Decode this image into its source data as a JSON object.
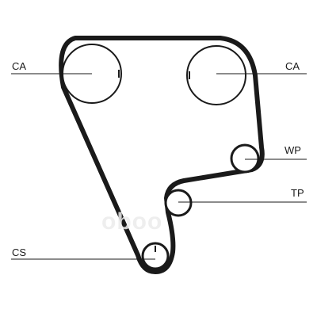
{
  "labels": {
    "camshaft_left": "CA",
    "camshaft_right": "CA",
    "water_pump": "WP",
    "tensioner": "TP",
    "crankshaft": "CS"
  },
  "watermark": {
    "text": "oboo"
  },
  "colors": {
    "belt": "#1a1a1a",
    "leader": "#1a1a1a",
    "pulley_outline": "#1a1a1a",
    "watermark": "#e8e8e8"
  }
}
